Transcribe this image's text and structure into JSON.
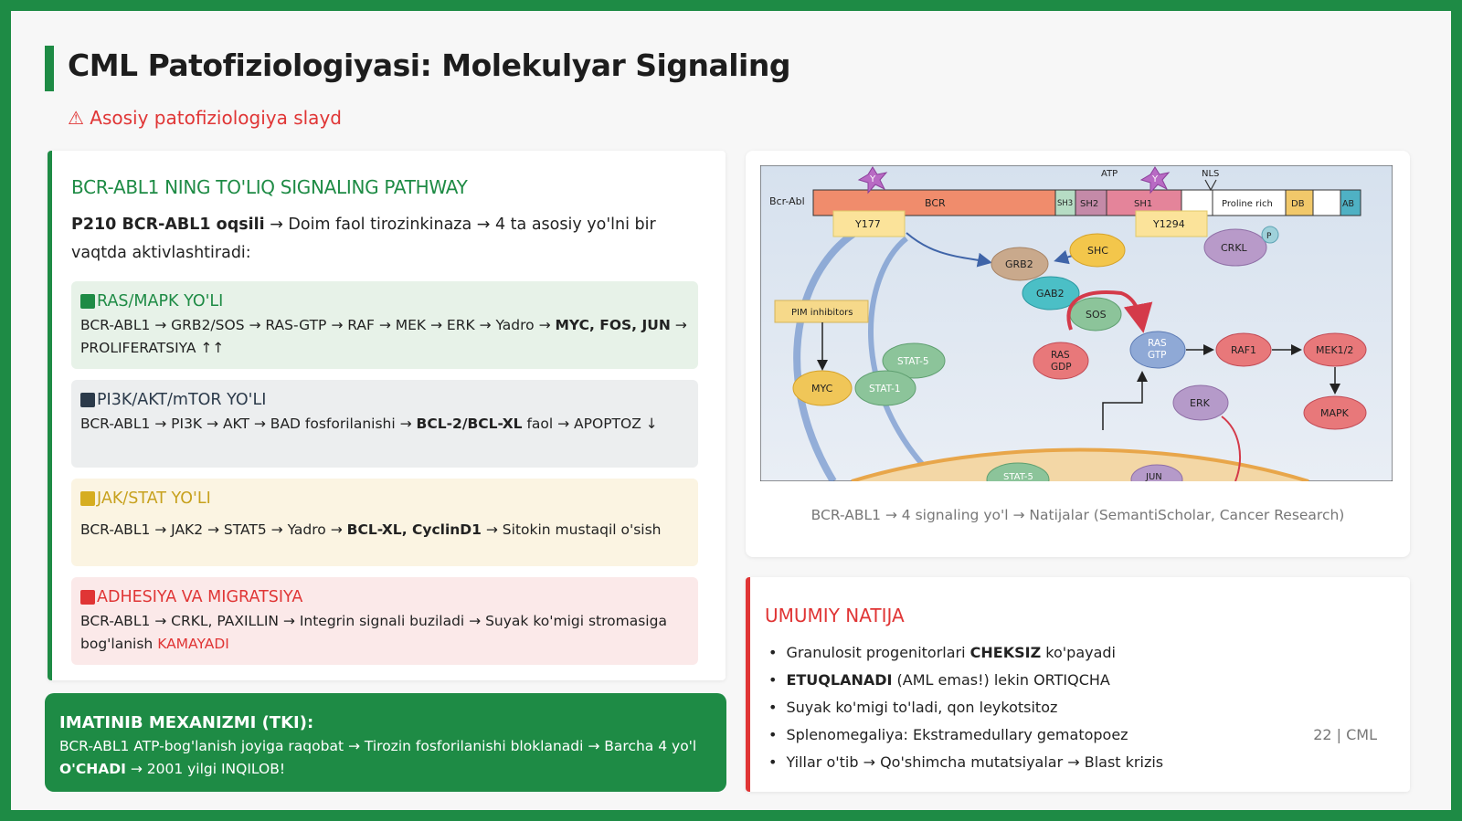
{
  "slide": {
    "title": "CML Patofiziologiyasi: Molekulyar Signaling",
    "warning": "⚠ Asosiy patofiziologiya slayd",
    "page_number": "22 | CML"
  },
  "left_card": {
    "heading": "BCR-ABL1 NING TO'LIQ SIGNALING PATHWAY",
    "intro_bold": "P210 BCR-ABL1 oqsili",
    "intro_text": " → Doim faol tirozinkinaza → 4 ta asosiy yo'lni bir vaqtda aktivlashtiradi:",
    "pathways": [
      {
        "title": "RAS/MAPK YO'LI",
        "text_1": "BCR-ABL1 → GRB2/SOS → RAS-GTP → RAF → MEK → ERK → Yadro → ",
        "bold": "MYC, FOS, JUN",
        "text_2": " → PROLIFERATSIYA ↑↑"
      },
      {
        "title": "PI3K/AKT/mTOR YO'LI",
        "text_1": "BCR-ABL1 → PI3K → AKT → BAD fosforilanishi → ",
        "bold": "BCL-2/BCL-XL",
        "text_2": " faol → APOPTOZ ↓"
      },
      {
        "title": "JAK/STAT YO'LI",
        "text_1": "BCR-ABL1 → JAK2 → STAT5 → Yadro → ",
        "bold": "BCL-XL, CyclinD1",
        "text_2": " → Sitokin mustaqil o'sish"
      },
      {
        "title": "ADHESIYA VA MIGRATSIYA",
        "text_1": "BCR-ABL1 → CRKL, PAXILLIN → Integrin signali buziladi → Suyak ko'migi stromasiga bog'lanish ",
        "red": "KAMAYADI"
      }
    ]
  },
  "imatinib": {
    "title": "IMATINIB MEXANIZMI (TKI):",
    "text_1": "BCR-ABL1 ATP-bog'lanish joyiga raqobat → Tirozin fosforilanishi bloklanadi → Barcha 4 yo'l ",
    "bold": "O'CHADI",
    "text_2": " → 2001 yilgi INQILOB!"
  },
  "figure": {
    "caption": "BCR-ABL1 → 4 signaling yo'l → Natijalar (SemantiScholar, Cancer Research)",
    "labels": {
      "bcr_abl": "Bcr-Abl",
      "bcr": "BCR",
      "sh3": "SH3",
      "sh2": "SH2",
      "sh1": "SH1",
      "proline": "Proline rich",
      "db": "DB",
      "ab": "AB",
      "atp": "ATP",
      "nls": "NLS",
      "y": "Y",
      "y177": "Y177",
      "y1294": "Y1294",
      "p": "P",
      "grb2": "GRB2",
      "shc": "SHC",
      "crkl": "CRKL",
      "gab2": "GAB2",
      "sos": "SOS",
      "ras_gdp_1": "RAS",
      "ras_gdp_2": "GDP",
      "ras_gtp_1": "RAS",
      "ras_gtp_2": "GTP",
      "raf1": "RAF1",
      "mek": "MEK1/2",
      "erk": "ERK",
      "mapk": "MAPK",
      "pim": "PIM inhibitors",
      "myc": "MYC",
      "stat5": "STAT-5",
      "stat1": "STAT-1",
      "stat5b": "STAT-5",
      "jun": "JUN"
    },
    "colors": {
      "bcr": "#f08c6c",
      "sh": "#c48aa8",
      "sh3": "#b6dcc4",
      "db": "#f1c86a",
      "ab": "#4fb1c4",
      "grb2": "#c9a98c",
      "shc": "#f3c64b",
      "crkl": "#b89ac9",
      "gab2": "#4bbfc6",
      "sos": "#8cc49a",
      "ras_gdp": "#e8787a",
      "ras_gtp": "#8fa9d6",
      "raf": "#e8787a",
      "erk": "#b59ac9",
      "myc": "#f0c658",
      "stat": "#8cc49a",
      "pim": "#f6d98a"
    }
  },
  "result": {
    "title": "UMUMIY NATIJA",
    "items": [
      {
        "pre": "Granulosit progenitorlari ",
        "bold": "CHEKSIZ",
        "post": " ko'payadi"
      },
      {
        "pre": "",
        "bold": "ETUQLANADI",
        "post": " (AML emas!) lekin ORTIQCHA"
      },
      {
        "pre": "Suyak ko'migi to'ladi, qon leykotsitoz",
        "bold": "",
        "post": ""
      },
      {
        "pre": "Splenomegaliya: Ekstramedullary gematopoez",
        "bold": "",
        "post": ""
      },
      {
        "pre": "Yillar o'tib → Qo'shimcha mutatsiyalar → Blast krizis",
        "bold": "",
        "post": ""
      }
    ]
  }
}
